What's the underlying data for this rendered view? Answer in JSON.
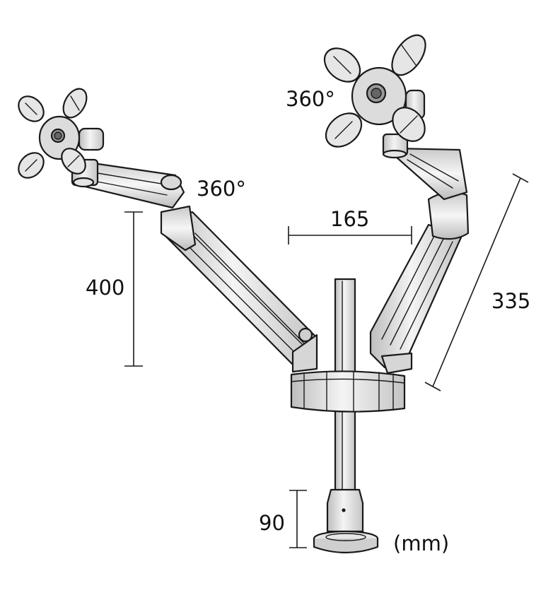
{
  "annotations": {
    "rotation_left": "360°",
    "rotation_right": "360°",
    "gap_width": "165",
    "arm_height": "400",
    "arm_length": "335",
    "clamp_height": "90",
    "unit": "(mm)"
  },
  "colors": {
    "ink": "#1a1a1a",
    "metal_light": "#f1f1f1",
    "metal_mid": "#d9d9d9",
    "metal_dark": "#b5b5b5",
    "background": "#ffffff"
  }
}
